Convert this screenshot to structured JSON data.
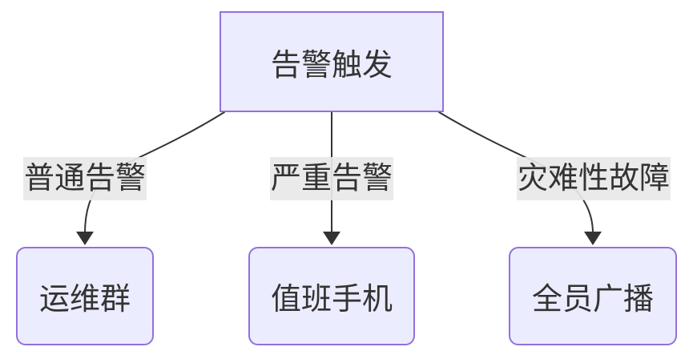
{
  "diagram": {
    "type": "flowchart",
    "direction": "top-down",
    "background": "#ffffff",
    "nodes": [
      {
        "id": "alert-trigger",
        "label": "告警触发",
        "shape": "rectangle"
      },
      {
        "id": "ops-group",
        "label": "运维群",
        "shape": "rounded-rectangle"
      },
      {
        "id": "duty-phone",
        "label": "值班手机",
        "shape": "rounded-rectangle"
      },
      {
        "id": "all-broadcast",
        "label": "全员广播",
        "shape": "rounded-rectangle"
      }
    ],
    "edges": [
      {
        "from": "alert-trigger",
        "to": "ops-group",
        "label": "普通告警"
      },
      {
        "from": "alert-trigger",
        "to": "duty-phone",
        "label": "严重告警"
      },
      {
        "from": "alert-trigger",
        "to": "all-broadcast",
        "label": "灾难性故障"
      }
    ],
    "colors": {
      "node_fill": "#ECECFF",
      "node_border": "#9370DB",
      "edge_line": "#333333",
      "edge_label_bg": "#e8e8e8",
      "text": "#333333",
      "background": "#ffffff"
    }
  }
}
